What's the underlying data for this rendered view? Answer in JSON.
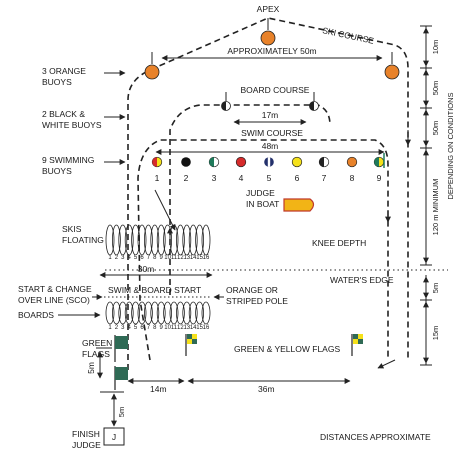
{
  "labels": {
    "apex": "APEX",
    "ski_course": "SKI COURSE",
    "approx_50m": "APPROXIMATELY 50m",
    "board_course": "BOARD COURSE",
    "dist_17m": "17m",
    "swim_course": "SWIM COURSE",
    "dist_48m": "48m",
    "judge_line1": "JUDGE",
    "judge_line2": "IN BOAT",
    "skis_line1": "SKIS",
    "skis_line2": "FLOATING",
    "knee_depth": "KNEE DEPTH",
    "dist_30m": "30m",
    "waters_edge": "WATER'S EDGE",
    "start_line1": "START & CHANGE",
    "start_line2": "OVER LINE (SCO)",
    "swim_board_start": "SWIM & BOARD START",
    "pole_line1": "ORANGE OR",
    "pole_line2": "STRIPED POLE",
    "boards": "BOARDS",
    "green_flags_line1": "GREEN",
    "green_flags_line2": "FLAGS",
    "green_yellow_flags": "GREEN & YELLOW FLAGS",
    "dist_14m": "14m",
    "dist_36m": "36m",
    "dist_5m_left": "5m",
    "dist_5m_judge": "5m",
    "finish_line1": "FINISH",
    "finish_line2": "JUDGE",
    "judge_box": "J",
    "distances_approx": "DISTANCES APPROXIMATE",
    "orange_buoys_line1": "3 ORANGE",
    "orange_buoys_line2": "BUOYS",
    "bw_buoys_line1": "2 BLACK &",
    "bw_buoys_line2": "WHITE BUOYS",
    "swim_buoys_line1": "9 SWIMMING",
    "swim_buoys_line2": "BUOYS",
    "dim_10m": "10m",
    "dim_50m_a": "50m",
    "dim_50m_b": "50m",
    "dim_120m": "120 m MINIMUM",
    "depending": "DEPENDING ON CONDITIONS",
    "dim_5m_right": "5m",
    "dim_15m": "15m"
  },
  "swim_buoys": [
    "1",
    "2",
    "3",
    "4",
    "5",
    "6",
    "7",
    "8",
    "9"
  ],
  "rack_numbers": [
    "1",
    "2",
    "3",
    "4",
    "5",
    "6",
    "7",
    "8",
    "9",
    "10",
    "11",
    "12",
    "13",
    "14",
    "15",
    "16"
  ],
  "colors": {
    "orange": "#e8822a",
    "red": "#d62b2b",
    "yellow": "#f5e11a",
    "green": "#1f7a5a",
    "navy": "#23306b",
    "flag_green": "#2f6a55",
    "boat": "#f2b416"
  }
}
